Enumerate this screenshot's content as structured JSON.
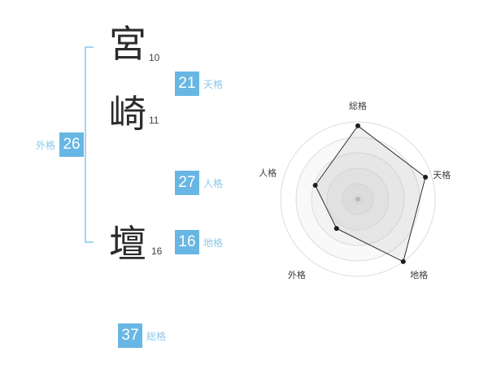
{
  "name": {
    "characters": [
      {
        "char": "宮",
        "strokes": "10"
      },
      {
        "char": "崎",
        "strokes": "11"
      },
      {
        "char": "壇",
        "strokes": "16"
      }
    ]
  },
  "kaku": {
    "tenkaku": {
      "label": "天格",
      "value": "21"
    },
    "jinkaku": {
      "label": "人格",
      "value": "27"
    },
    "chikaku": {
      "label": "地格",
      "value": "16"
    },
    "gaikaku": {
      "label": "外格",
      "value": "26"
    },
    "soukaku": {
      "label": "総格",
      "value": "37"
    }
  },
  "colors": {
    "accent_box": "#68B6E3",
    "accent_label": "#8CC9EC",
    "bracket": "#A5D3EF",
    "char_color": "#2b2b2b"
  },
  "chart_data": {
    "type": "radar",
    "title": "",
    "axes": [
      "総格",
      "天格",
      "地格",
      "外格",
      "人格"
    ],
    "values": [
      95,
      92,
      100,
      47,
      58
    ],
    "max": 100,
    "rings": 5,
    "start_angle_deg": 90,
    "direction": "clockwise",
    "grid": "circular",
    "legend": false
  }
}
